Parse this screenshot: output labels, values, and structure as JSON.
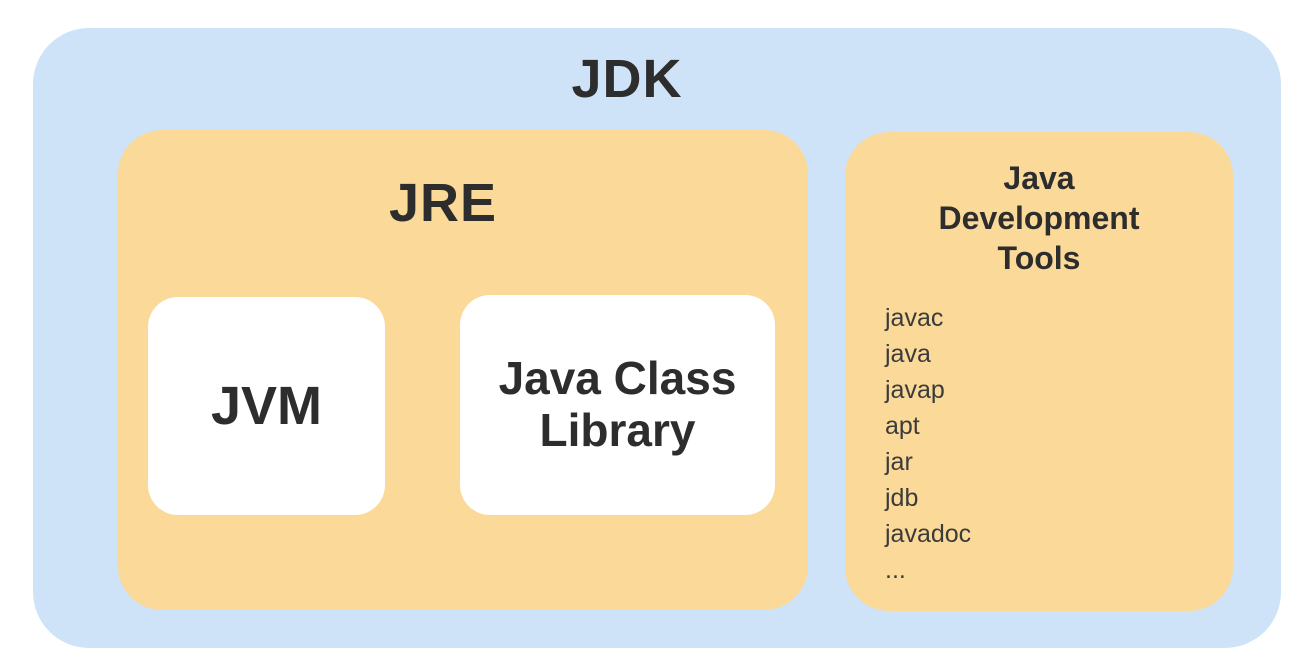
{
  "jdk": {
    "title": "JDK",
    "jre": {
      "title": "JRE",
      "components": [
        {
          "label": "JVM"
        },
        {
          "label": "Java Class Library"
        }
      ]
    },
    "tools": {
      "title": "Java Development Tools",
      "items": [
        "javac",
        "java",
        "javap",
        "apt",
        "jar",
        "jdb",
        "javadoc",
        "..."
      ]
    },
    "colors": {
      "outer_background": "#cee3f8",
      "inner_background": "#fad999",
      "leaf_background": "#ffffff",
      "title_text": "#2d2d2d",
      "list_text": "#3b3b3b"
    }
  }
}
